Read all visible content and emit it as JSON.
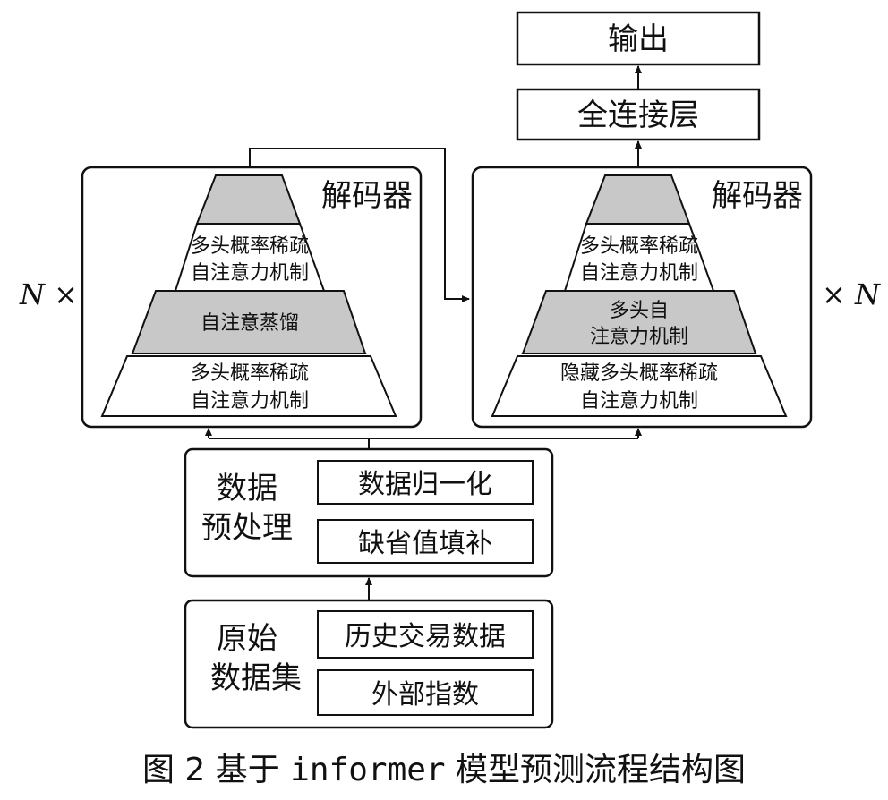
{
  "output": {
    "label": "输出"
  },
  "fc_layer": {
    "label": "全连接层"
  },
  "left_block": {
    "title": "解码器",
    "repeat": "N ×",
    "layers": [
      {
        "line1": "多头概率稀疏",
        "line2": "自注意力机制"
      },
      {
        "line1": "自注意蒸馏",
        "line2": ""
      },
      {
        "line1": "多头概率稀疏",
        "line2": "自注意力机制"
      }
    ]
  },
  "right_block": {
    "title": "解码器",
    "repeat": "× N",
    "layers": [
      {
        "line1": "多头概率稀疏",
        "line2": "自注意力机制"
      },
      {
        "line1": "多头自",
        "line2": "注意力机制"
      },
      {
        "line1": "隐藏多头概率稀疏",
        "line2": "自注意力机制"
      }
    ]
  },
  "preprocess": {
    "title_line1": "数据",
    "title_line2": "预处理",
    "items": [
      "数据归一化",
      "缺省值填补"
    ]
  },
  "raw_data": {
    "title_line1": "原始",
    "title_line2": "数据集",
    "items": [
      "历史交易数据",
      "外部指数"
    ]
  },
  "caption": {
    "prefix": "图 2  基于 ",
    "mono": "informer",
    "suffix": " 模型预测流程结构图"
  }
}
